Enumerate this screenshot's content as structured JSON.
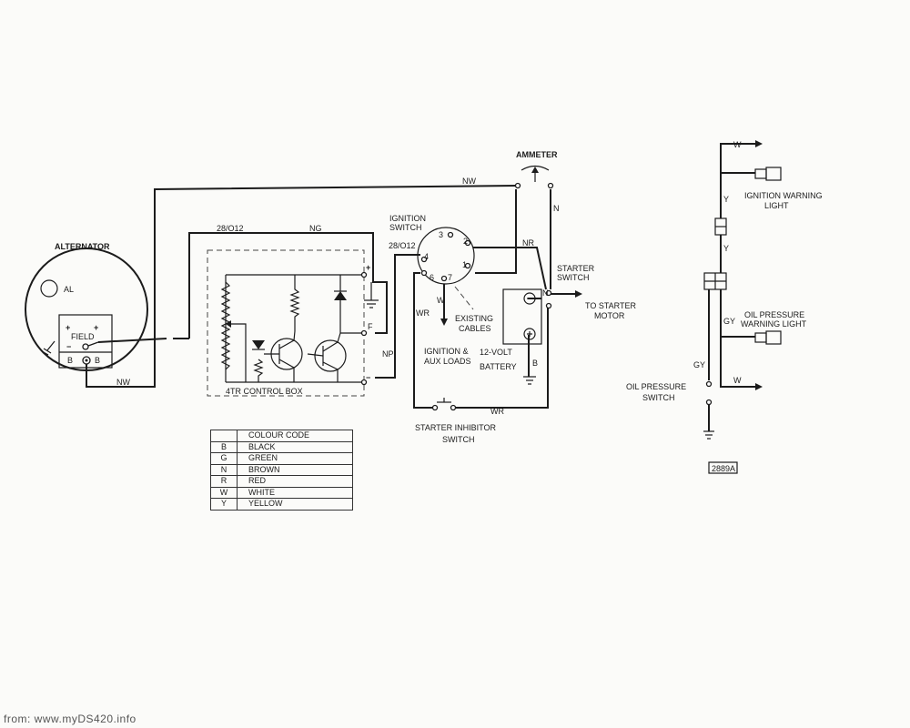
{
  "labels": {
    "alternator": "ALTERNATOR",
    "al": "AL",
    "field": "FIELD",
    "plus": "+",
    "minus": "−",
    "b": "B",
    "control_box": "4TR CONTROL BOX",
    "cb_plus": "+",
    "cb_f": "F",
    "cb_minus": "−",
    "ignition_switch_l1": "IGNITION",
    "ignition_switch_l2": "SWITCH",
    "ammeter": "AMMETER",
    "starter_switch_l1": "STARTER",
    "starter_switch_l2": "SWITCH",
    "to_starter_l1": "TO STARTER",
    "to_starter_l2": "MOTOR",
    "existing_l1": "EXISTING",
    "existing_l2": "CABLES",
    "loads_l1": "IGNITION &",
    "loads_l2": "AUX LOADS",
    "battery_l1": "12-VOLT",
    "battery_l2": "BATTERY",
    "battery_b": "B",
    "inhibitor_l1": "STARTER INHIBITOR",
    "inhibitor_l2": "SWITCH",
    "ign_warn_l1": "IGNITION WARNING",
    "ign_warn_l2": "LIGHT",
    "oil_warn_l1": "OIL PRESSURE",
    "oil_warn_l2": "WARNING LIGHT",
    "oil_sw_l1": "OIL PRESSURE",
    "oil_sw_l2": "SWITCH",
    "diagram_ref": "2889A"
  },
  "switch_positions": [
    "3",
    "2",
    "4",
    "1",
    "6",
    "7"
  ],
  "wires": {
    "nw_top": "NW",
    "nw_bottom": "NW",
    "code_28012_a": "28/O12",
    "code_28012_b": "28/O12",
    "ng": "NG",
    "np": "NP",
    "nr": "NR",
    "n_ammeter": "N",
    "n_starter": "N",
    "w_loads": "W",
    "wr_left": "WR",
    "wr_bottom": "WR",
    "w_top": "W",
    "y_upper": "Y",
    "y_lower": "Y",
    "gy_upper": "GY",
    "gy_lower": "GY",
    "w_bottom": "W"
  },
  "colour_code": {
    "title": "COLOUR CODE",
    "rows": [
      {
        "code": "B",
        "colour": "BLACK"
      },
      {
        "code": "G",
        "colour": "GREEN"
      },
      {
        "code": "N",
        "colour": "BROWN"
      },
      {
        "code": "R",
        "colour": "RED"
      },
      {
        "code": "W",
        "colour": "WHITE"
      },
      {
        "code": "Y",
        "colour": "YELLOW"
      }
    ]
  },
  "footer": "from: www.myDS420.info"
}
